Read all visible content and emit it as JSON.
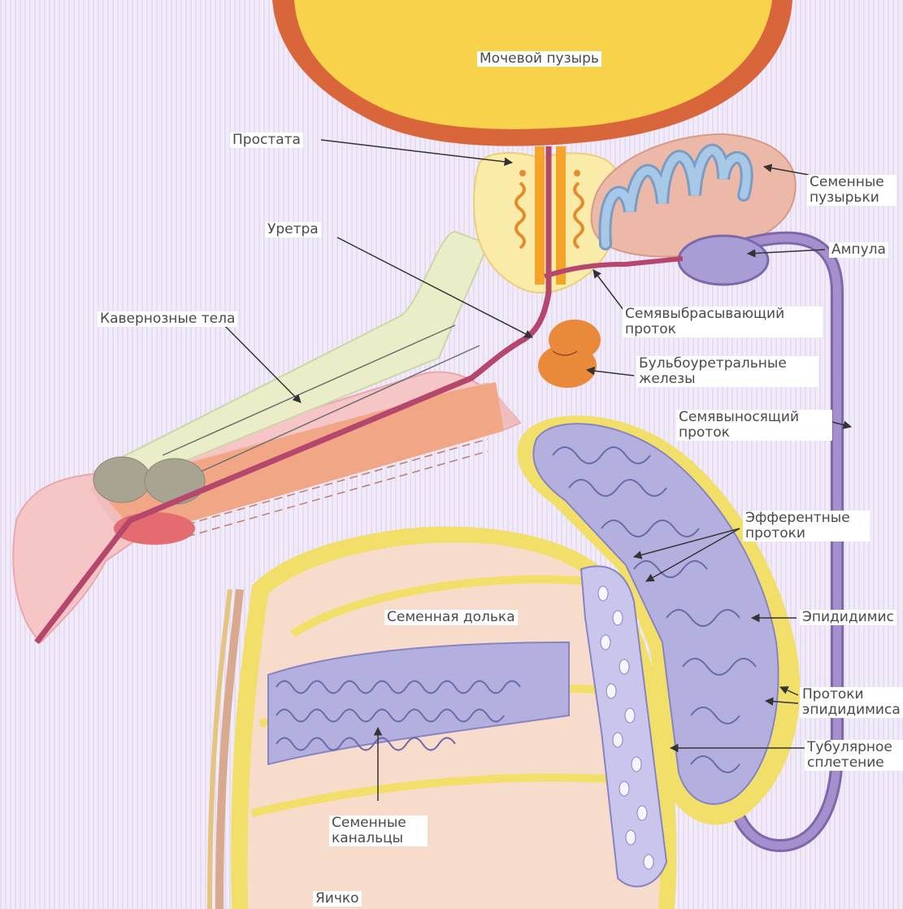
{
  "labels": {
    "bladder": "Мочевой пузырь",
    "prostate": "Простата",
    "seminal_vesicles": "Семенные пузырьки",
    "urethra": "Уретра",
    "ampulla": "Ампула",
    "corpora_cavernosa": "Кавернозные тела",
    "ejaculatory_duct": "Семявыбрасывающий проток",
    "bulbourethral_glands": "Бульбоуретральные железы",
    "vas_deferens": "Семявыносящий проток",
    "efferent_ducts": "Эфферентные протоки",
    "seminal_lobule": "Семенная долька",
    "epididymis": "Эпидидимис",
    "epididymis_ducts": "Протоки эпидидимиса",
    "rete_testis": "Тубулярное сплетение",
    "seminiferous_tubules": "Семенные канальцы",
    "testis": "Яичко"
  },
  "colors": {
    "background": "#f2ecfa",
    "bladder": "#f7d24a",
    "bladder_wall": "#d9663a",
    "prostate": "#fbeba8",
    "urethra": "#b5466c",
    "vas_deferens": "#a58fcc",
    "seminal_vesicle": "#a7c8e6",
    "bulbourethral": "#e98a3b",
    "tubules": "#b3b0e0",
    "capsule": "#f2df6a",
    "skin": "#f6c5c5"
  }
}
